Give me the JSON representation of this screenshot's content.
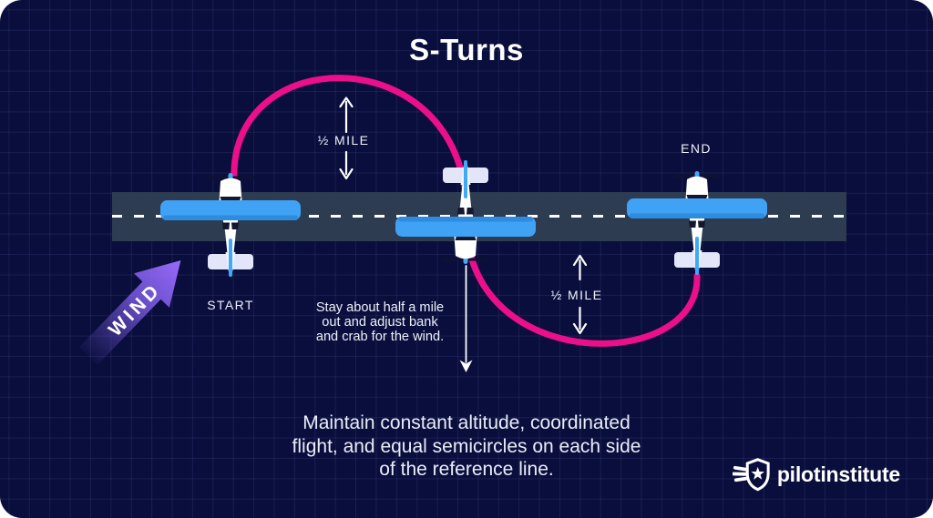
{
  "title": "S-Turns",
  "wind": {
    "label": "WIND"
  },
  "labels": {
    "start": "START",
    "end": "END",
    "half_mile_top": "½ MILE",
    "half_mile_bottom": "½ MILE"
  },
  "note": {
    "lines": [
      "Stay about half a mile",
      "out and adjust bank",
      "and crab for the wind."
    ]
  },
  "caption": {
    "lines": [
      "Maintain constant altitude, coordinated",
      "flight, and equal semicircles on each side",
      "of the reference line."
    ]
  },
  "brand": {
    "name": "pilotinstitute"
  },
  "colors": {
    "background": "#0A0E3C",
    "road": "#2E3C52",
    "path_pink": "#EC0F8C",
    "plane_blue": "#3FA2F5",
    "wind_purple": "#996BFB",
    "text": "#FFFFFF"
  }
}
